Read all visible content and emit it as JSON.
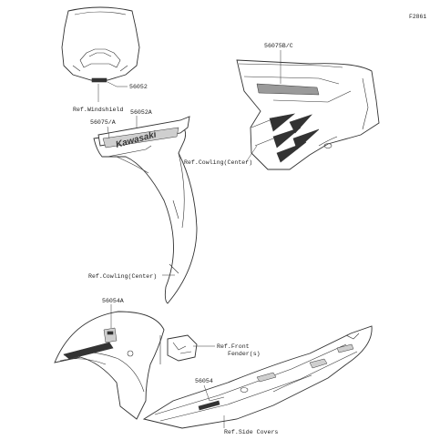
{
  "figure_id": "F2861",
  "labels": {
    "part_56052": "56052",
    "ref_windshield": "Ref.Windshield",
    "part_56052A": "56052A",
    "part_56075A": "56075/A",
    "decal_kawasaki": "Kawasaki",
    "part_56075BC": "56075B/C",
    "ref_cowling_center_1": "Ref.Cowling(Center)",
    "ref_cowling_center_2": "Ref.Cowling(Center)",
    "part_56054A": "56054A",
    "ref_front_fender_1": "Ref.Front",
    "ref_front_fender_2": "Fender(s)",
    "part_56054": "56054",
    "ref_side_covers": "Ref.Side Covers"
  }
}
